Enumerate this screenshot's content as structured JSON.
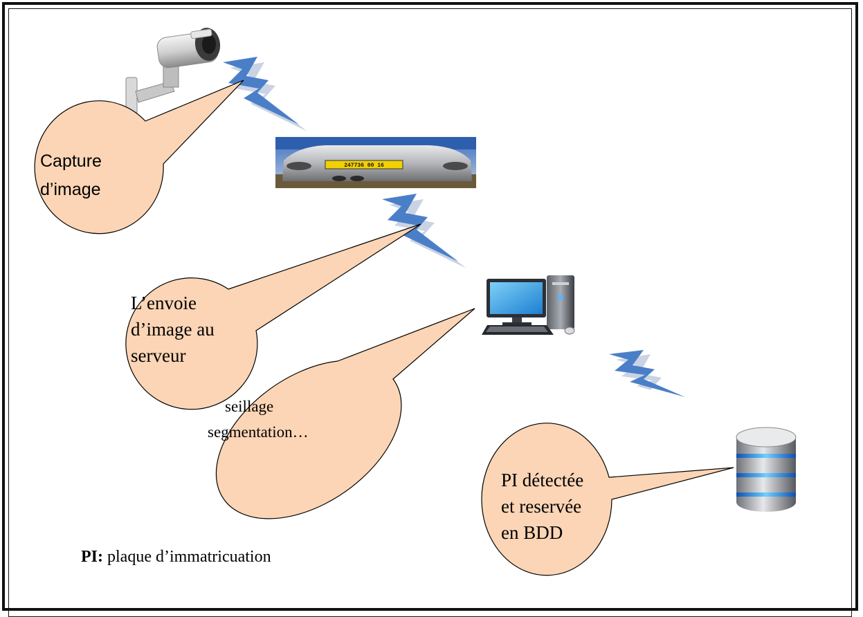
{
  "callouts": {
    "capture": [
      "Capture",
      "d’image"
    ],
    "envoi": [
      "L’envoie",
      "d’image au",
      "serveur"
    ],
    "traitement": [
      "seillage",
      "segmentation…"
    ],
    "detection": [
      "PI détectée",
      "et reservée",
      "en BDD"
    ]
  },
  "legend": {
    "abbr": "PI:",
    "definition": "plaque d’immatricuation"
  },
  "colors": {
    "bubble_fill": "#fbd5b5",
    "bolt_blue": "#4a7fc8",
    "bolt_shadow": "#c9d3e4"
  },
  "icons": [
    "cctv-camera-icon",
    "car-rear-photo",
    "desktop-computer-icon",
    "database-icon",
    "wireless-bolt-icon"
  ]
}
